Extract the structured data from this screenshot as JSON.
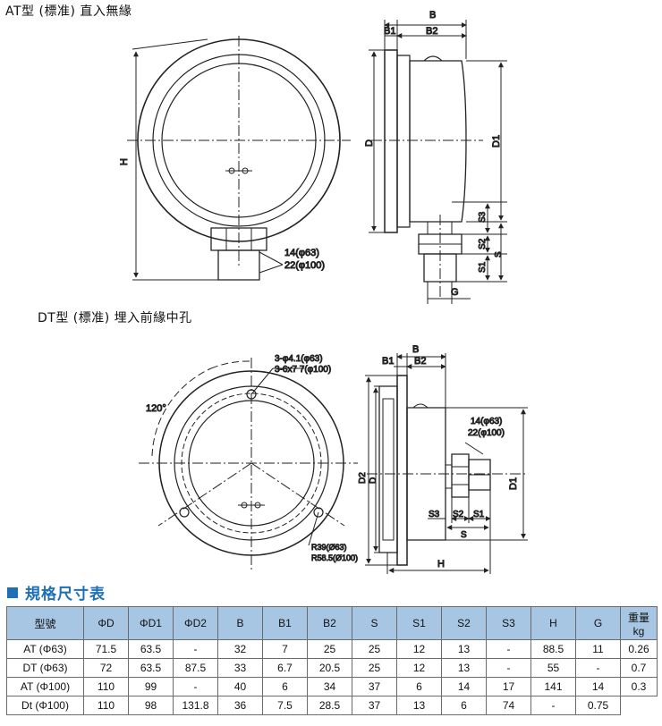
{
  "sections": {
    "at_title": "AT型 (標准) 直入無緣",
    "dt_title": "DT型 (標准) 埋入前緣中孔"
  },
  "labels": {
    "b": "B",
    "b1": "B1",
    "b2": "B2",
    "d": "D",
    "d1": "D1",
    "d2": "D2",
    "h": "H",
    "g": "G",
    "s": "S",
    "s1": "S1",
    "s2": "S2",
    "s3": "S3",
    "thread_63": "14(φ63)",
    "thread_100": "22(φ100)",
    "holes_63": "3-φ4.1(φ63)",
    "holes_100": "3-6x7 7(φ100)",
    "angle": "120°",
    "r_63": "R39(Ø63)",
    "r_100": "R58.5(Ø100)"
  },
  "spec": {
    "title": "規格尺寸表",
    "headers": [
      "型號",
      "ΦD",
      "ΦD1",
      "ΦD2",
      "B",
      "B1",
      "B2",
      "S",
      "S1",
      "S2",
      "S3",
      "H",
      "G",
      "重量",
      "kg"
    ],
    "rows": [
      [
        "AT (Φ63)",
        "71.5",
        "63.5",
        "-",
        "32",
        "7",
        "25",
        "25",
        "12",
        "13",
        "-",
        "88.5",
        "11",
        "0.26"
      ],
      [
        "DT (Φ63)",
        "72",
        "63.5",
        "87.5",
        "33",
        "6.7",
        "20.5",
        "25",
        "12",
        "13",
        "-",
        "55",
        "-",
        "0.7"
      ],
      [
        "AT (Φ100)",
        "110",
        "99",
        "-",
        "40",
        "6",
        "34",
        "37",
        "6",
        "14",
        "17",
        "141",
        "14",
        "0.3"
      ],
      [
        "Dt (Φ100)",
        "110",
        "98",
        "131.8",
        "36",
        "7.5",
        "28.5",
        "37",
        "13",
        "6",
        "74",
        "-",
        "0.75"
      ]
    ]
  },
  "colors": {
    "accent": "#1d6fb8",
    "header_bg": "#a7c6e3"
  }
}
